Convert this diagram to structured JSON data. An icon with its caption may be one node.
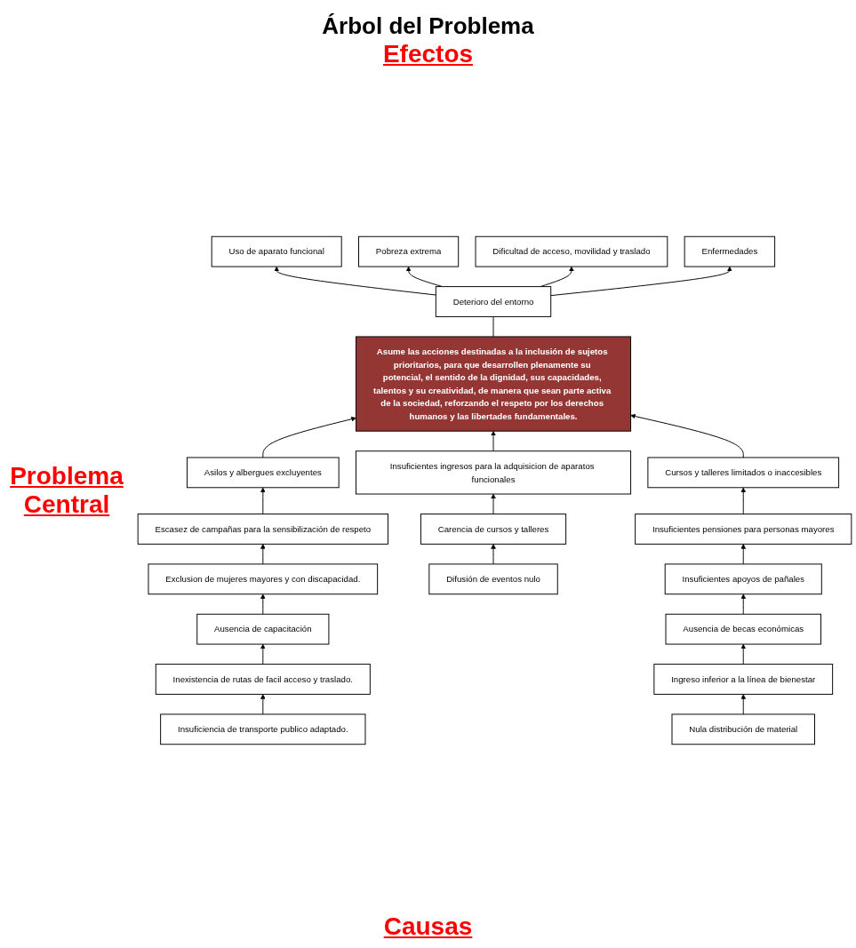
{
  "diagram": {
    "title": "Árbol del Problema",
    "nodes": [
      {
        "text": [
          "Uso de aparato funcional"
        ]
      },
      {
        "text": [
          "Pobreza extrema"
        ]
      },
      {
        "text": [
          "Dificultad de acceso, movilidad y traslado"
        ]
      },
      {
        "text": [
          "Enfermedades"
        ]
      },
      {
        "text": [
          "Deterioro del entorno"
        ]
      },
      {
        "text": [
          "Asume las acciones destinadas a la inclusión de sujetos prioritarios, para que desarrollen plenamente su potencial, el sentido de la dignidad, sus capacidades, talentos y su creatividad, de manera que sean parte activa de la sociedad, reforzando el respeto por los derechos humanos y las libertades fundamentales."
        ]
      },
      {
        "text": [
          "Asilos y albergues excluyentes"
        ]
      },
      {
        "text": [
          "Insuficientes ingresos para la adquisicion de aparatos funcionales"
        ]
      },
      {
        "text": [
          "Cursos y talleres limitados o inaccesibles"
        ]
      },
      {
        "text": [
          "Escasez de campañas para la sensibilización de respeto"
        ]
      },
      {
        "text": [
          "Carencia de cursos y talleres"
        ]
      },
      {
        "text": [
          "Insuficientes pensiones para personas mayores"
        ]
      },
      {
        "text": [
          "Exclusion de mujeres mayores y con discapacidad."
        ]
      },
      {
        "text": [
          "Difusión de eventos nulo"
        ]
      },
      {
        "text": [
          "Insuficientes apoyos de pañales"
        ]
      },
      {
        "text": [
          "Ausencia de capacitación"
        ]
      },
      {
        "text": [
          "Ausencia de becas económicas"
        ]
      },
      {
        "text": [
          "Inexistencia de rutas de facil acceso y traslado."
        ]
      },
      {
        "text": [
          "Ingreso inferior a la línea de bienestar"
        ]
      },
      {
        "text": [
          "Insuficiencia de transporte publico adaptado."
        ]
      },
      {
        "text": [
          "Nula distribución de material"
        ]
      }
    ],
    "edges": [
      {
        "from": 4,
        "to": 0,
        "arrow": "to"
      },
      {
        "from": 4,
        "to": 1,
        "arrow": "to"
      },
      {
        "from": 4,
        "to": 2,
        "arrow": "to"
      },
      {
        "from": 4,
        "to": 3,
        "arrow": "to"
      },
      {
        "from": 5,
        "to": 4,
        "arrow": "none"
      },
      {
        "from": 6,
        "to": 5,
        "arrow": "to"
      },
      {
        "from": 7,
        "to": 5,
        "arrow": "to"
      },
      {
        "from": 8,
        "to": 5,
        "arrow": "to"
      },
      {
        "from": 9,
        "to": 6,
        "arrow": "to"
      },
      {
        "from": 12,
        "to": 9,
        "arrow": "to"
      },
      {
        "from": 15,
        "to": 12,
        "arrow": "to"
      },
      {
        "from": 17,
        "to": 15,
        "arrow": "to"
      },
      {
        "from": 19,
        "to": 17,
        "arrow": "to"
      },
      {
        "from": 10,
        "to": 7,
        "arrow": "to"
      },
      {
        "from": 13,
        "to": 10,
        "arrow": "to"
      },
      {
        "from": 11,
        "to": 8,
        "arrow": "to"
      },
      {
        "from": 14,
        "to": 11,
        "arrow": "to"
      },
      {
        "from": 16,
        "to": 14,
        "arrow": "to"
      },
      {
        "from": 18,
        "to": 16,
        "arrow": "to"
      },
      {
        "from": 20,
        "to": 18,
        "arrow": "to"
      }
    ],
    "labels": [
      "Efectos",
      "Problema Central",
      "Causas"
    ]
  }
}
